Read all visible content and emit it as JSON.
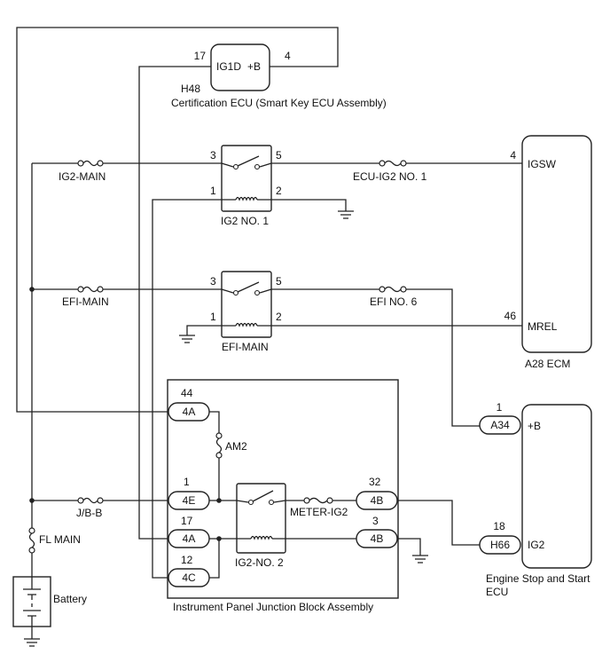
{
  "certification_ecu": {
    "name": "Certification ECU (Smart Key ECU Assembly)",
    "code": "H48",
    "left_terminal": "IG1D",
    "left_pin": "17",
    "right_terminal": "+B",
    "right_pin": "4"
  },
  "ecm": {
    "code_name": "A28   ECM",
    "igsw_label": "IGSW",
    "igsw_pin": "4",
    "mrel_label": "MREL",
    "mrel_pin": "46"
  },
  "fuses": {
    "ig2_main": "IG2-MAIN",
    "ecu_ig2_no1": "ECU-IG2 NO. 1",
    "efi_main": "EFI-MAIN",
    "efi_no6": "EFI NO. 6",
    "jb_b": "J/B-B",
    "fl_main": "FL MAIN",
    "am2": "AM2",
    "meter_ig2": "METER-IG2"
  },
  "relays": {
    "ig2_no1": {
      "label": "IG2 NO. 1",
      "pins": [
        "3",
        "5",
        "1",
        "2"
      ]
    },
    "efi_main": {
      "label": "EFI-MAIN",
      "pins": [
        "3",
        "5",
        "1",
        "2"
      ]
    },
    "ig2_no2": {
      "label": "IG2-NO. 2"
    }
  },
  "junction_block": {
    "label": "Instrument Panel Junction Block Assembly",
    "connectors": [
      {
        "pin": "44",
        "code": "4A"
      },
      {
        "pin": "1",
        "code": "4E"
      },
      {
        "pin": "17",
        "code": "4A"
      },
      {
        "pin": "12",
        "code": "4C"
      },
      {
        "pin": "32",
        "code": "4B"
      },
      {
        "pin": "3",
        "code": "4B"
      }
    ]
  },
  "engine_stop_ecu": {
    "label_line1": "Engine Stop and Start",
    "label_line2": "ECU",
    "bplus_label": "+B",
    "bplus_conn": "A34",
    "bplus_pin": "1",
    "ig2_label": "IG2",
    "ig2_conn": "H66",
    "ig2_pin": "18"
  },
  "battery": {
    "label": "Battery"
  }
}
